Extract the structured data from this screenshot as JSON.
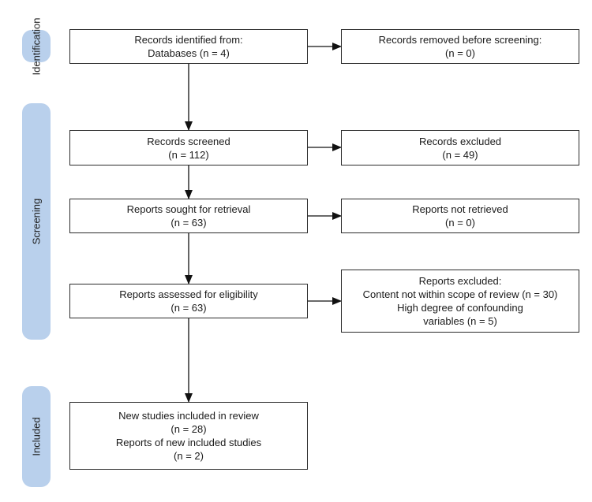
{
  "phases": {
    "identification": "Identification",
    "screening": "Screening",
    "included": "Included"
  },
  "boxes": {
    "records_identified": {
      "line1": "Records identified from:",
      "line2": "Databases (n = 4)"
    },
    "records_removed": {
      "line1": "Records removed before screening:",
      "line2": "(n = 0)"
    },
    "records_screened": {
      "line1": "Records screened",
      "line2": "(n = 112)"
    },
    "records_excluded": {
      "line1": "Records excluded",
      "line2": "(n = 49)"
    },
    "reports_sought": {
      "line1": "Reports sought for retrieval",
      "line2": "(n = 63)"
    },
    "reports_not_retrieved": {
      "line1": "Reports not retrieved",
      "line2": "(n = 0)"
    },
    "reports_assessed": {
      "line1": "Reports assessed for eligibility",
      "line2": "(n = 63)"
    },
    "reports_excluded": {
      "line1": "Reports excluded:",
      "line2": "Content not within scope of review (n = 30)",
      "line3": "High degree of confounding",
      "line4": "variables (n = 5)"
    },
    "included_studies": {
      "line1": "New studies included in review",
      "line2": "(n = 28)",
      "line3": "Reports of new included studies",
      "line4": "(n = 2)"
    }
  }
}
